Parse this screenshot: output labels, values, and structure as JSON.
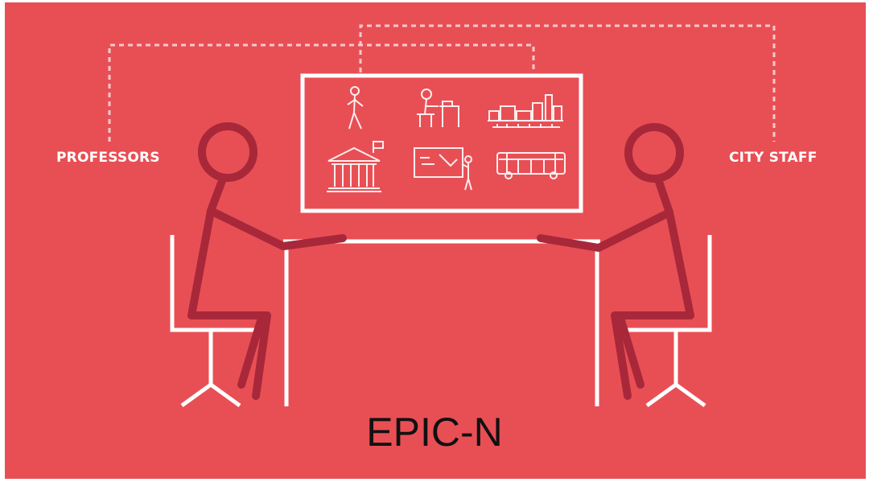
{
  "labels": {
    "left_group": "PROFESSORS",
    "right_group": "CITY STAFF",
    "footer": "EPIC-N"
  },
  "colors": {
    "background": "#e84f55",
    "figure": "#a8283a",
    "furniture": "#ffffff",
    "text": "#ffffff",
    "footer_text": "#111111"
  },
  "board_icons": [
    "pedestrian-icon",
    "desk-worker-icon",
    "city-skyline-icon",
    "city-hall-icon",
    "presentation-icon",
    "bus-icon"
  ]
}
